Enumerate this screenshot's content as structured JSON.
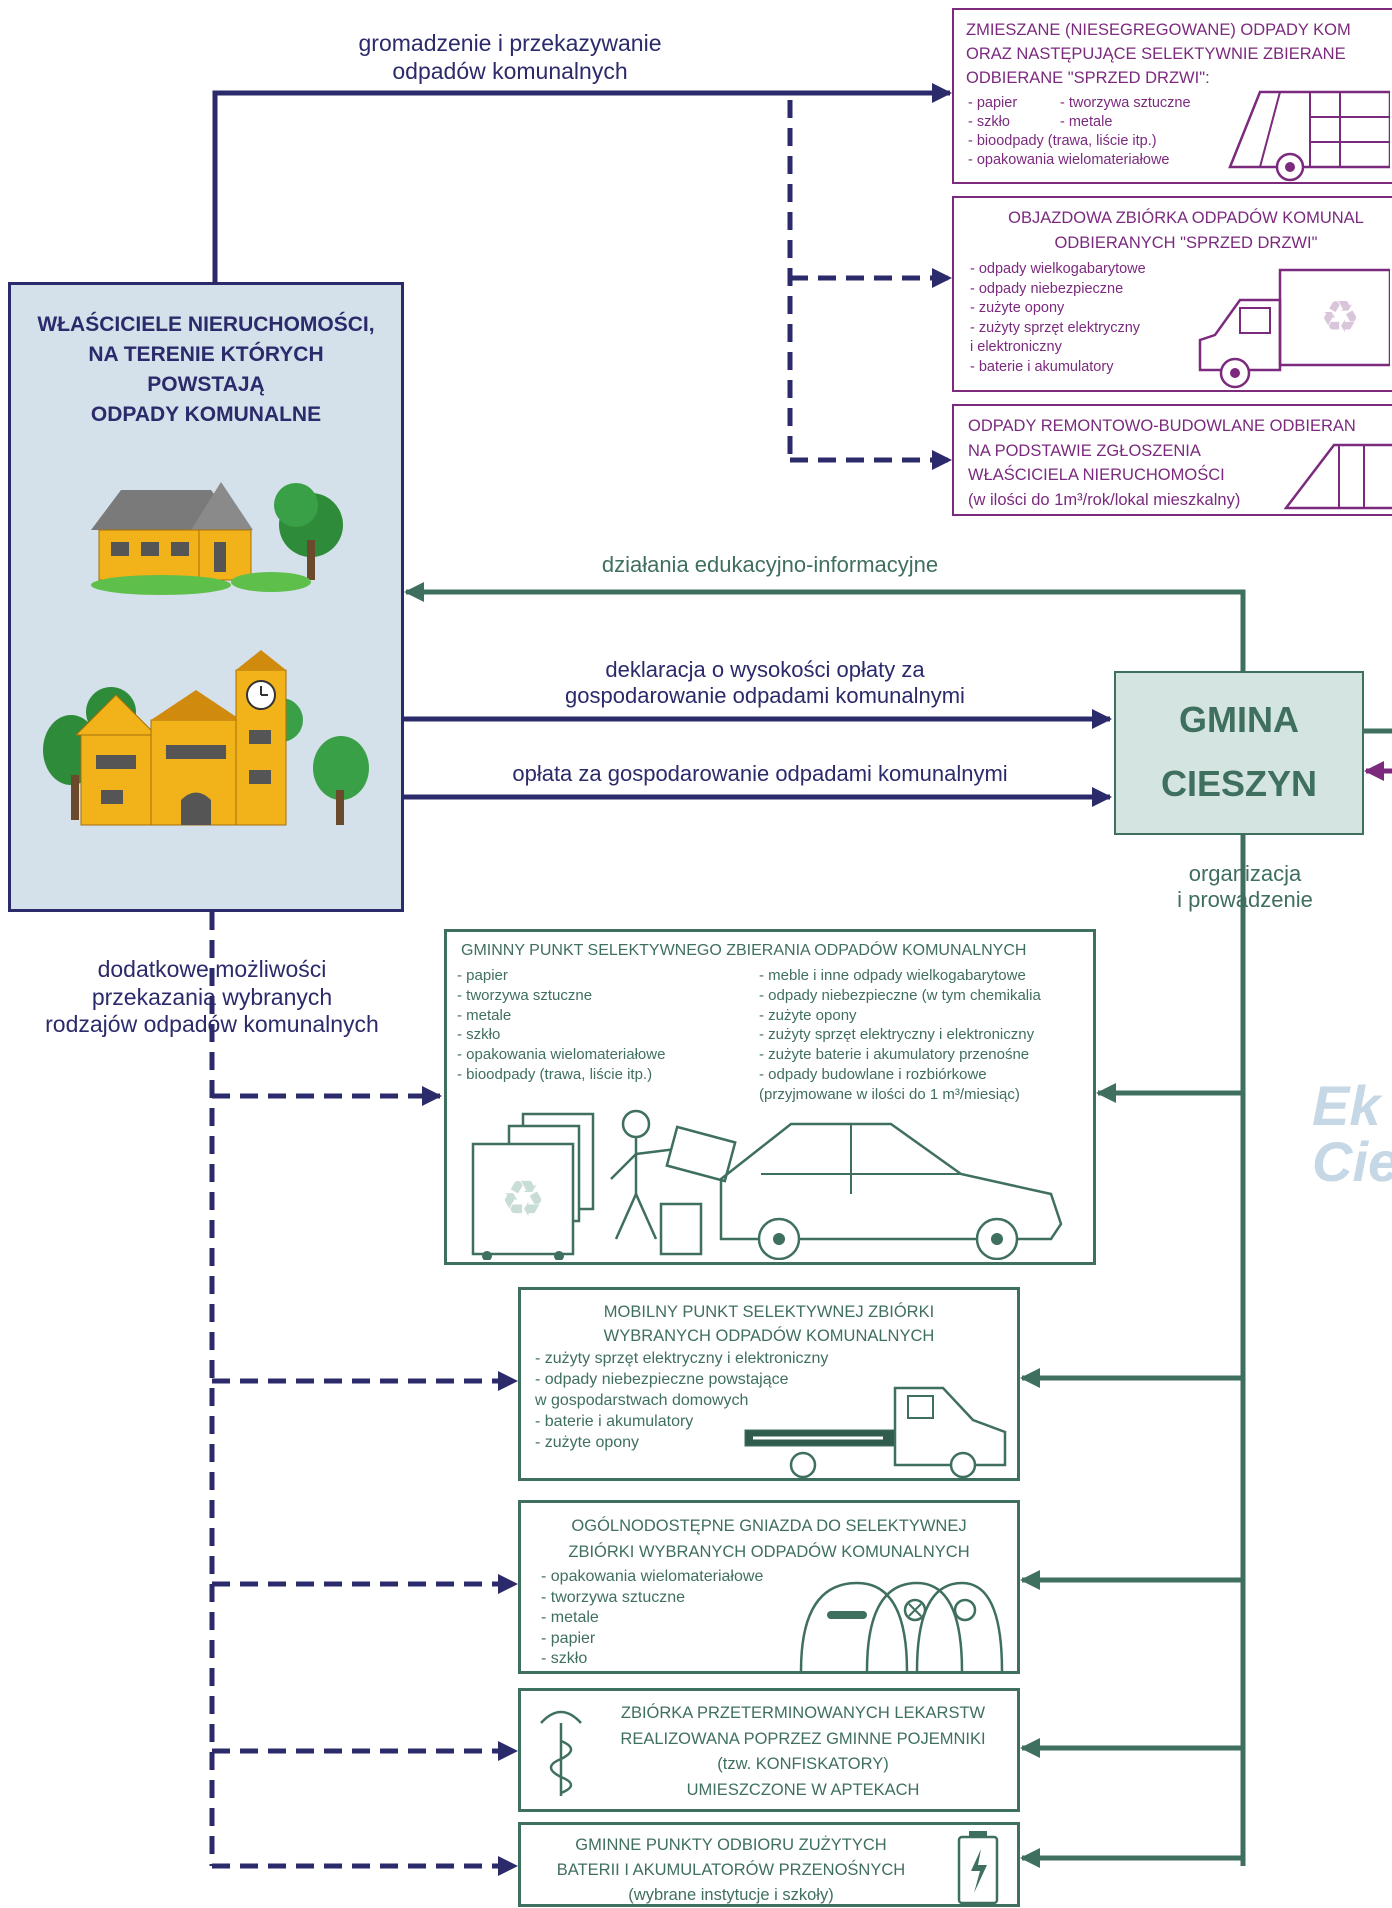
{
  "owner": {
    "title_lines": [
      "WŁAŚCICIELE NIERUCHOMOŚCI,",
      "NA TERENIE KTÓRYCH",
      "POWSTAJĄ",
      "ODPADY KOMUNALNE"
    ]
  },
  "gmina": {
    "line1": "GMINA",
    "line2": "CIESZYN"
  },
  "watermark": {
    "line1": "Ek",
    "line2": "Cie"
  },
  "labels": {
    "top": [
      "gromadzenie i przekazywanie",
      "odpadów komunalnych"
    ],
    "edu": "działania edukacyjno-informacyjne",
    "decl": [
      "deklaracja o wysokości opłaty za",
      "gospodarowanie odpadami komunalnymi"
    ],
    "fee": "opłata za gospodarowanie odpadami komunalnymi",
    "org": [
      "organizacja",
      "i prowadzenie"
    ],
    "extra": [
      "dodatkowe możliwości",
      "przekazania wybranych",
      "rodzajów odpadów komunalnych"
    ]
  },
  "mixed": {
    "title": [
      "ZMIESZANE (NIESEGREGOWANE) ODPADY KOM",
      "ORAZ NASTĘPUJĄCE SELEKTYWNIE ZBIERANE",
      "ODBIERANE \"SPRZED DRZWI\":"
    ],
    "col1": [
      "- papier",
      "- szkło"
    ],
    "col2": [
      "- tworzywa sztuczne",
      "- metale"
    ],
    "rest": [
      "- bioodpady (trawa, liście itp.)",
      "- opakowania wielomateriałowe"
    ]
  },
  "mobile_route": {
    "title": [
      "OBJAZDOWA ZBIÓRKA ODPADÓW KOMUNAL",
      "ODBIERANYCH \"SPRZED DRZWI\""
    ],
    "items": [
      "- odpady wielkogabarytowe",
      "- odpady niebezpieczne",
      "- zużyte opony",
      "- zużyty sprzęt elektryczny",
      "  i elektroniczny",
      "- baterie i akumulatory"
    ]
  },
  "renovation": {
    "lines": [
      "ODPADY REMONTOWO-BUDOWLANE ODBIERAN",
      "NA PODSTAWIE ZGŁOSZENIA",
      "WŁAŚCICIELA NIERUCHOMOŚCI",
      "(w ilości do 1m³/rok/lokal mieszkalny)"
    ]
  },
  "pszok": {
    "title": "GMINNY PUNKT SELEKTYWNEGO ZBIERANIA ODPADÓW KOMUNALNYCH",
    "col1": [
      "- papier",
      "- tworzywa sztuczne",
      "- metale",
      "- szkło",
      "- opakowania wielomateriałowe",
      "- bioodpady (trawa, liście itp.)"
    ],
    "col2": [
      "- meble i inne odpady wielkogabarytowe",
      "- odpady niebezpieczne (w tym chemikalia",
      "- zużyte opony",
      "- zużyty sprzęt elektryczny i elektroniczny",
      "- zużyte baterie i akumulatory przenośne",
      "- odpady budowlane i rozbiórkowe",
      "  (przyjmowane w ilości do 1 m³/miesiąc)"
    ]
  },
  "mobile_point": {
    "title": [
      "MOBILNY PUNKT SELEKTYWNEJ ZBIÓRKI",
      "WYBRANYCH ODPADÓW KOMUNALNYCH"
    ],
    "items": [
      "- zużyty sprzęt elektryczny i elektroniczny",
      "- odpady niebezpieczne powstające",
      "  w gospodarstwach domowych",
      "- baterie i akumulatory",
      "- zużyte opony"
    ]
  },
  "nests": {
    "title": [
      "OGÓLNODOSTĘPNE GNIAZDA DO SELEKTYWNEJ",
      "ZBIÓRKI WYBRANYCH ODPADÓW KOMUNALNYCH"
    ],
    "items": [
      "- opakowania wielomateriałowe",
      "- tworzywa sztuczne",
      "- metale",
      "- papier",
      "- szkło"
    ]
  },
  "medicines": {
    "lines": [
      "ZBIÓRKA PRZETERMINOWANYCH LEKARSTW",
      "REALIZOWANA POPRZEZ GMINNE POJEMNIKI",
      "(tzw. KONFISKATORY)",
      "UMIESZCZONE W APTEKACH"
    ]
  },
  "batteries": {
    "lines": [
      "GMINNE PUNKTY ODBIORU ZUŻYTYCH",
      "BATERII I AKUMULATORÓW PRZENOŚNYCH",
      "(wybrane instytucje i szkoły)"
    ]
  },
  "colors": {
    "navy": "#2b2a6b",
    "purple": "#7b2a7e",
    "teal": "#3f6f5e",
    "owner_bg": "#d4e0ea",
    "gmina_bg": "#d4e5e1"
  }
}
